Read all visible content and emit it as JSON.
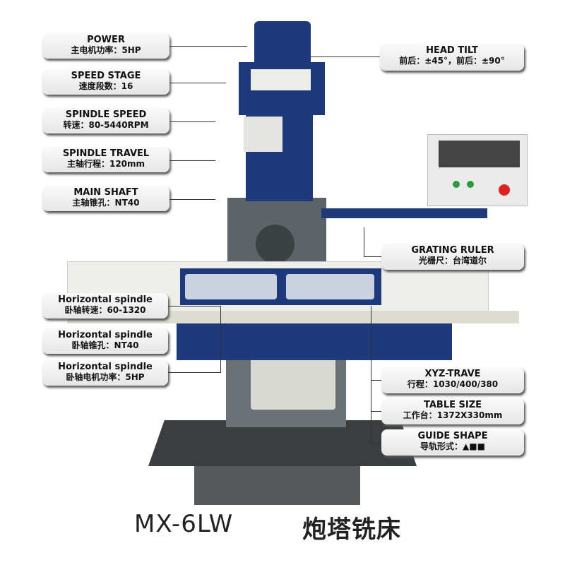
{
  "labels_left": [
    {
      "title": "POWER",
      "value": "主电机功率：5HP"
    },
    {
      "title": "SPEED STAGE",
      "value": "速度段数：16"
    },
    {
      "title": "SPINDLE SPEED",
      "value": "转速：80-5440RPM"
    },
    {
      "title": "SPINDLE TRAVEL",
      "value": "主轴行程：120mm"
    },
    {
      "title": "MAIN SHAFT",
      "value": "主轴锥孔：NT40"
    },
    {
      "title": "Horizontal spindle",
      "value": "卧轴转速：60-1320"
    },
    {
      "title": "Horizontal spindle",
      "value": "卧轴锥孔：NT40"
    },
    {
      "title": "Horizontal spindle",
      "value": "卧轴电机功率：5HP"
    }
  ],
  "labels_right": [
    {
      "title": "HEAD TILT",
      "value": "前后：±45°，前后：±90°"
    },
    {
      "title": "GRATING RULER",
      "value": "光栅尺：台湾道尔"
    },
    {
      "title": "XYZ-TRAVE",
      "value": "行程：1030/400/380"
    },
    {
      "title": "TABLE SIZE",
      "value": "工作台：1372X330mm"
    },
    {
      "title": "GUIDE SHAPE",
      "value": "导轨形式：▲■■"
    }
  ],
  "model": "MX-6LW",
  "product_name": "炮塔铣床",
  "colors": {
    "machine_blue": "#1f3a7a",
    "machine_gray": "#5d6468",
    "table_white": "#eeeeea"
  }
}
